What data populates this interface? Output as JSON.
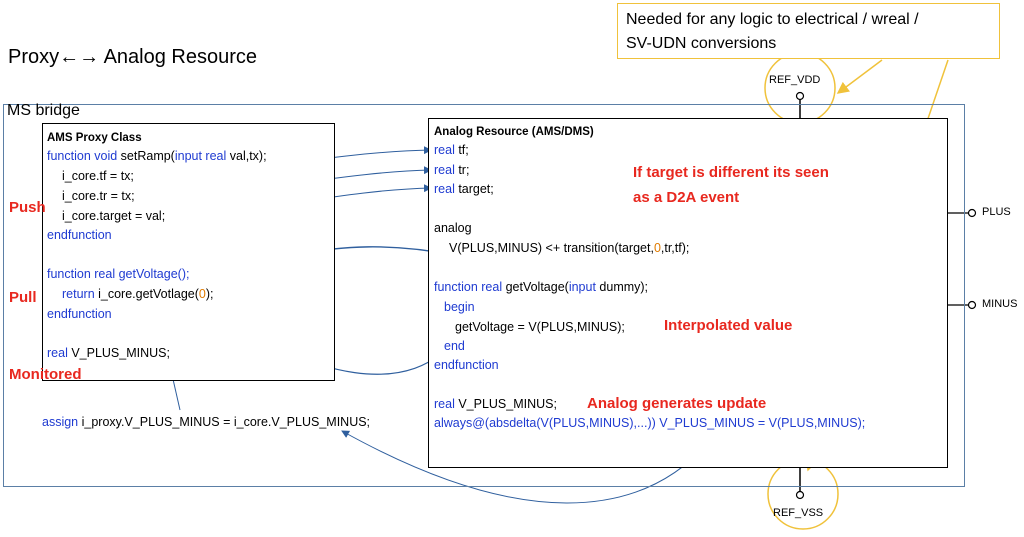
{
  "title": "Proxy←→ Analog Resource",
  "callout": {
    "line1": "Needed for any logic to electrical / wreal /",
    "line2": "SV-UDN conversions"
  },
  "bridge_label": "MS bridge",
  "proxy": {
    "header": "AMS Proxy Class",
    "l1_kw": "function void",
    "l1_a": " setRamp(",
    "l1_kw2": "input real",
    "l1_b": " val,tx);",
    "l2": "i_core.tf        = tx;",
    "l3": "i_core.tr         = tx;",
    "l4": "i_core.target = val;",
    "l5": "endfunction",
    "l6_kw": "function real",
    "l6_a": " getVoltage();",
    "l7_kw": "return",
    "l7_a": " i_core.getVotlage(",
    "l7_num": "0",
    "l7_b": ");",
    "l8": "endfunction",
    "l9_kw": "real",
    "l9_a": " V_PLUS_MINUS;"
  },
  "assign": {
    "kw": "assign",
    "text": " i_proxy.V_PLUS_MINUS = i_core.V_PLUS_MINUS;"
  },
  "analog": {
    "header": "Analog Resource (AMS/DMS)",
    "l1_kw": "real",
    "l1_a": " tf;",
    "l2_kw": "real",
    "l2_a": " tr;",
    "l3_kw": "real",
    "l3_a": " target;",
    "l4": "analog",
    "l5_a": "V(PLUS,MINUS) <+ transition(target,",
    "l5_num": "0",
    "l5_b": ",tr,tf);",
    "l6_kw": "function real",
    "l6_a": " getVoltage(",
    "l6_kw2": "input",
    "l6_b": " dummy);",
    "l7": "begin",
    "l8": "getVoltage = V(PLUS,MINUS);",
    "l9": "end",
    "l10": "endfunction",
    "l11_kw": "real",
    "l11_a": " V_PLUS_MINUS;",
    "l12_kw": "always@",
    "l12_a": "(absdelta(V(PLUS,MINUS),...)) V_PLUS_MINUS = V(PLUS,MINUS);"
  },
  "annotations": {
    "push": "Push",
    "pull": "Pull",
    "monitored": "Monitored",
    "d2a_1": "If target is different its seen",
    "d2a_2": "as a D2A event",
    "interp": "Interpolated value",
    "update": "Analog generates update"
  },
  "pins": {
    "ref_vdd": "REF_VDD",
    "ref_vss": "REF_VSS",
    "plus": "PLUS",
    "minus": "MINUS"
  },
  "colors": {
    "keyword": "#1f3bd1",
    "annotation": "#e8281f",
    "callout": "#f0c23b",
    "arrow": "#2f5f9e",
    "bridge": "#5b7fa6"
  }
}
